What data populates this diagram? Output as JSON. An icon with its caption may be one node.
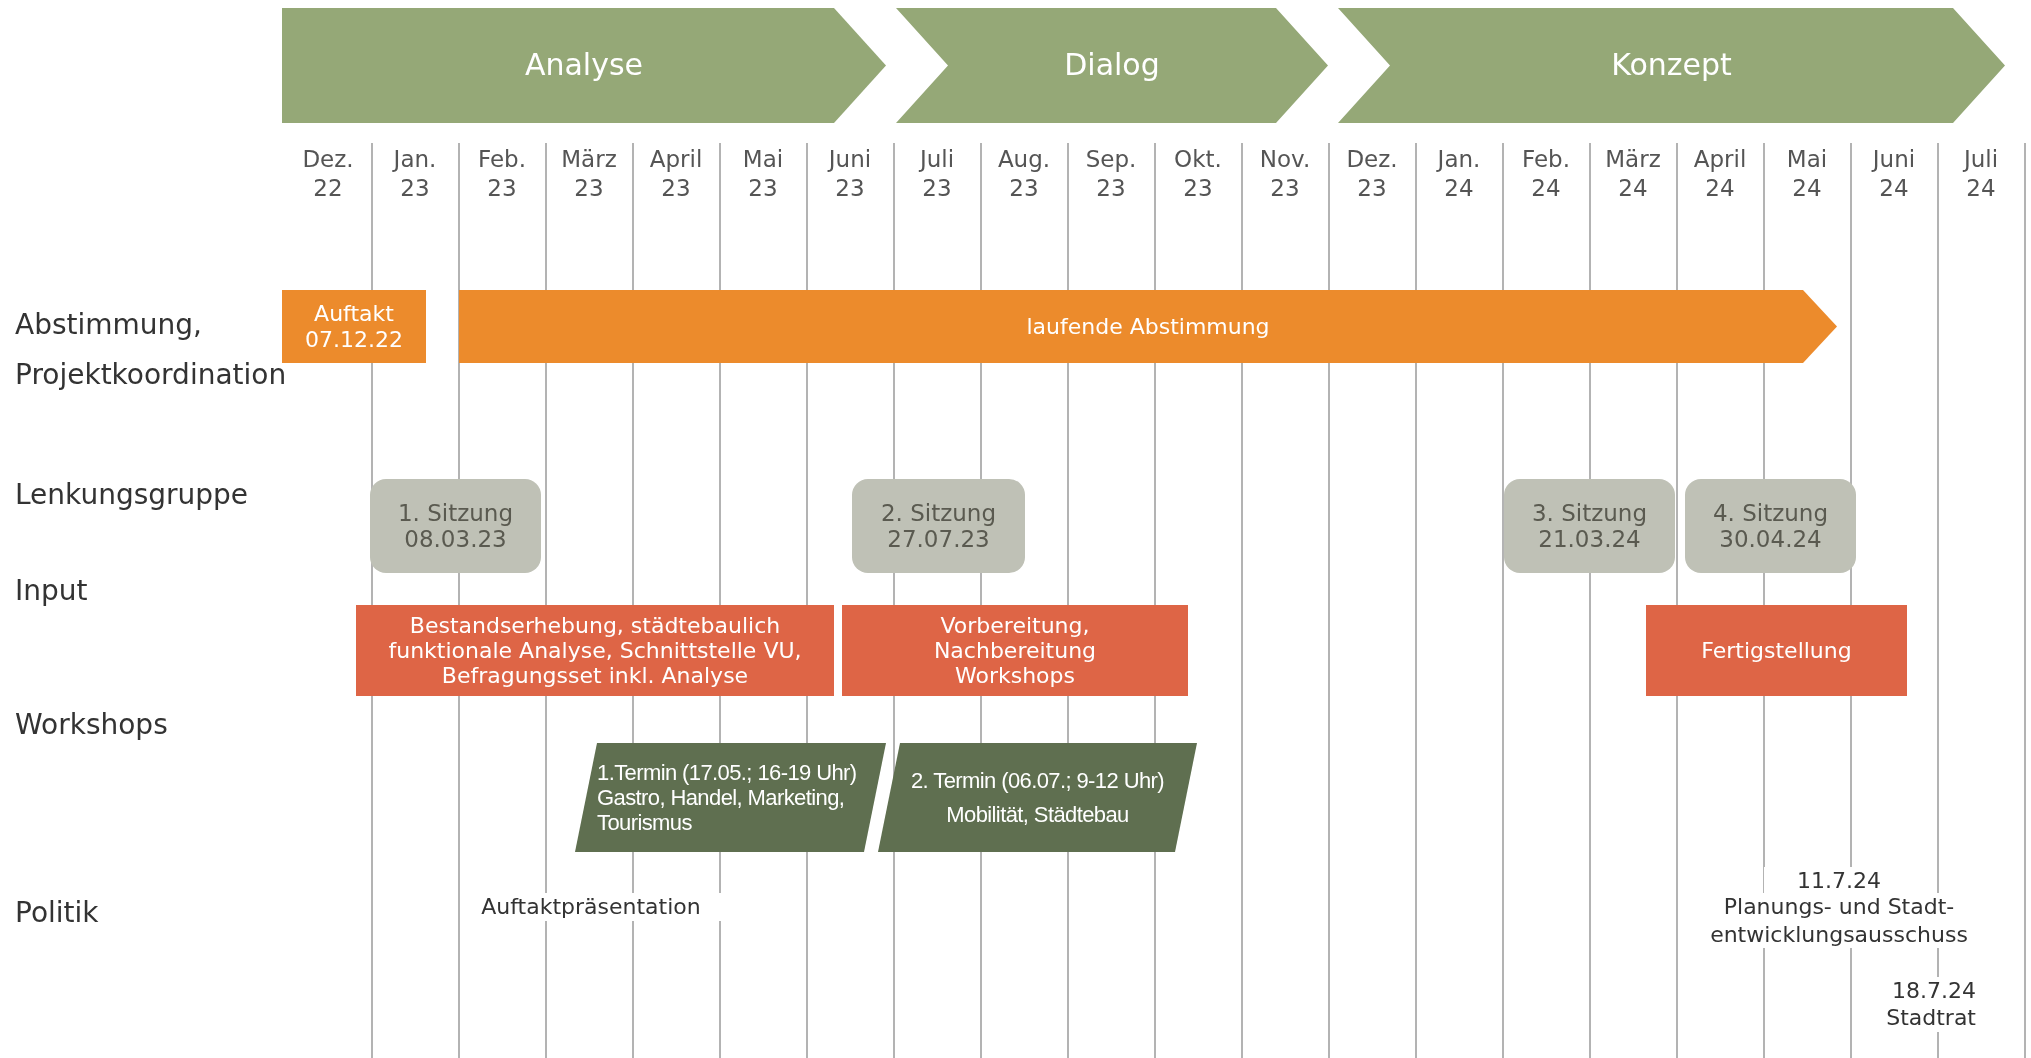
{
  "diagram": {
    "nodes": [
      {
        "text": [
          "Analyse"
        ]
      },
      {
        "text": [
          "Dialog"
        ]
      },
      {
        "text": [
          "Konzept"
        ]
      },
      {
        "text": [
          "Auftakt",
          "07.12.22"
        ]
      },
      {
        "text": [
          "laufende Abstimmung"
        ]
      },
      {
        "text": [
          "1. Sitzung",
          "08.03.23"
        ]
      },
      {
        "text": [
          "2. Sitzung",
          "27.07.23"
        ]
      },
      {
        "text": [
          "3. Sitzung",
          "21.03.24"
        ]
      },
      {
        "text": [
          "4. Sitzung",
          "30.04.24"
        ]
      },
      {
        "text": [
          "Bestandserhebung, städtebaulich funktionale Analyse, Schnittstelle VU, Befragungsset inkl. Analyse"
        ]
      },
      {
        "text": [
          "Vorbereitung, Nachbereitung Workshops"
        ]
      },
      {
        "text": [
          "Fertigstellung"
        ]
      },
      {
        "text": [
          "1.Termin (17.05.; 16-19 Uhr)",
          "Gastro, Handel, Marketing, Tourismus"
        ]
      },
      {
        "text": [
          "2. Termin (06.07.; 9-12 Uhr)",
          "Mobilität, Städtebau"
        ]
      }
    ],
    "labels": [
      "Dez. 22",
      "Jan. 23",
      "Feb. 23",
      "März 23",
      "April 23",
      "Mai 23",
      "Juni 23",
      "Juli 23",
      "Aug. 23",
      "Sep. 23",
      "Okt. 23",
      "Nov. 23",
      "Dez. 23",
      "Jan. 24",
      "Feb. 24",
      "März 24",
      "April 24",
      "Mai 24",
      "Juni 24",
      "Juli 24",
      "Abstimmung, Projektkoordination",
      "Lenkungsgruppe",
      "Input",
      "Workshops",
      "Politik",
      "Auftaktpräsentation",
      "11.7.24",
      "Planungs- und Stadt- entwicklungsausschuss",
      "18.7.24",
      "Stadtrat"
    ]
  }
}
